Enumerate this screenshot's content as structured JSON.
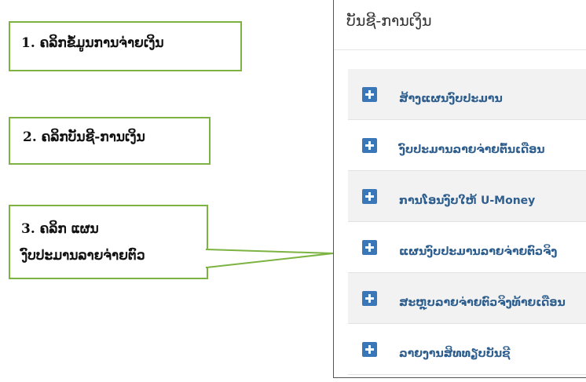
{
  "callouts": {
    "step1": "1. ຄລິກຂໍ້ມູນການຈ່າຍເງິນ",
    "step2": "2. ຄລິກບັນຊີ-ການເງິນ",
    "step3_line1": "3. ຄລິກ ແຜນ",
    "step3_line2": "ງົບປະມານລາຍຈ່າຍຕົວ"
  },
  "panel": {
    "title": "ບັນຊີ-ການເງິນ",
    "items": [
      {
        "label": "ສ້າງແຜນງົບປະມານ"
      },
      {
        "label": "ງົບປະມານລາຍຈ່າຍຕົ້ນເດືອນ"
      },
      {
        "label": "ການໂອນງົບໃຫ້ U-Money"
      },
      {
        "label": "ແຜນງົບປະມານລາຍຈ່າຍຕົວຈິງ"
      },
      {
        "label": "ສະຫຼຸບລາຍຈ່າຍຕົວຈິງທ້າຍເດືອນ"
      },
      {
        "label": "ລາຍງານສິທທຽບບັນຊີ"
      }
    ]
  },
  "colors": {
    "callout_border": "#7cb342",
    "icon": "#3a77b8",
    "link_text": "#2e5e8e"
  }
}
